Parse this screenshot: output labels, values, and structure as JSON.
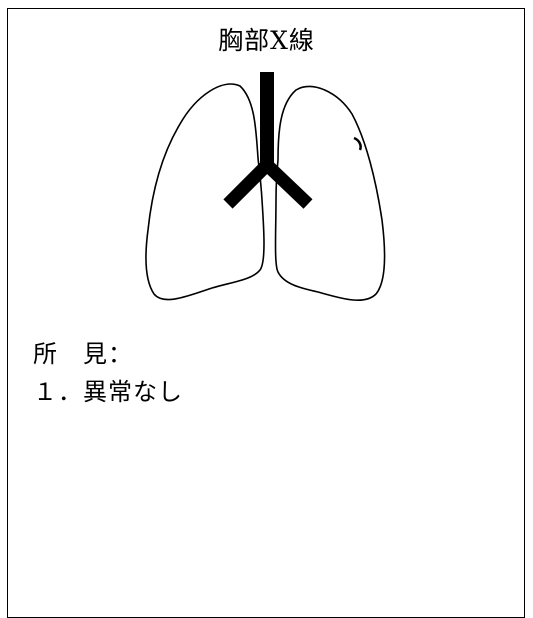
{
  "document": {
    "title": "胸部X線",
    "findings_label": "所　見：",
    "findings": [
      "１．異常なし"
    ]
  },
  "colors": {
    "ink": "#000000",
    "paper": "#ffffff"
  },
  "diagram": {
    "icon": "lungs-trachea-diagram-icon"
  }
}
